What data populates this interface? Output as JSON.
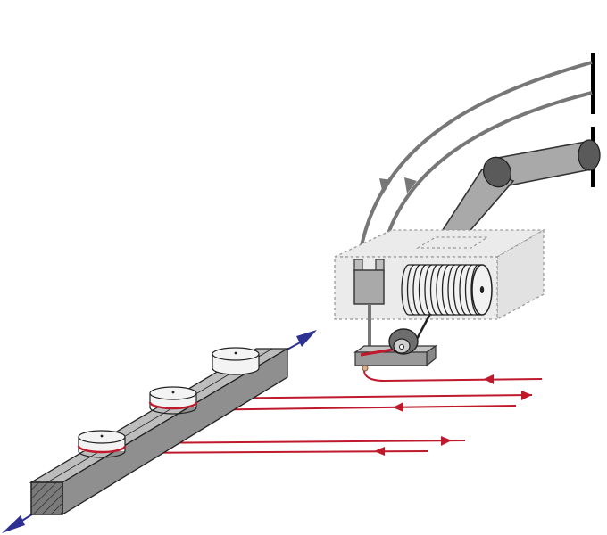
{
  "title": "",
  "colors": {
    "background": "#ffffff",
    "beam_top": "#bdbdbd",
    "beam_front": "#8f8f8f",
    "beam_end": "#7a7a7a",
    "outline": "#222222",
    "rod": "#777777",
    "arm": "#a9a9a9",
    "arm_joint": "#5a5a5a",
    "box_fill": "#ebebeb",
    "box_edge": "#9a9a9a",
    "spool_fill": "#f2f2f2",
    "disk_fill": "#f3f3f3",
    "wire": "#c0192c",
    "axis_arrow": "#2e3192",
    "wall": "#000000"
  },
  "components": [
    {
      "name": "beam",
      "icon": "hatched-beam"
    },
    {
      "name": "disk-1",
      "icon": "disk"
    },
    {
      "name": "disk-2",
      "icon": "disk"
    },
    {
      "name": "disk-3",
      "icon": "disk"
    },
    {
      "name": "dispenser-box",
      "icon": "dashed-box"
    },
    {
      "name": "wire-spool",
      "icon": "spool"
    },
    {
      "name": "nozzle",
      "icon": "nozzle"
    },
    {
      "name": "roller",
      "icon": "roller"
    },
    {
      "name": "robot-arm",
      "icon": "robot-arm"
    },
    {
      "name": "supply-lines",
      "icon": "curved-arrows"
    },
    {
      "name": "motion-axis",
      "icon": "double-arrow"
    }
  ]
}
